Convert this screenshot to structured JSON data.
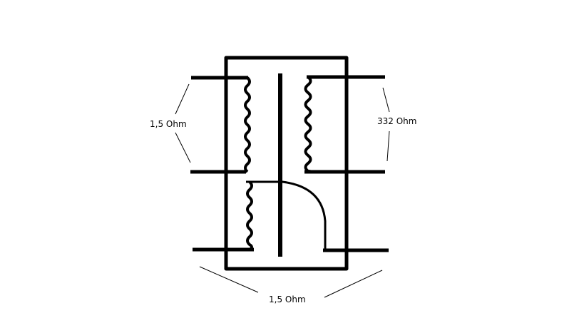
{
  "labels": {
    "primary_upper": "1,5 Ohm",
    "secondary": "332 Ohm",
    "primary_lower": "1,5 Ohm"
  },
  "colors": {
    "ink": "#000000",
    "background": "#ffffff"
  }
}
